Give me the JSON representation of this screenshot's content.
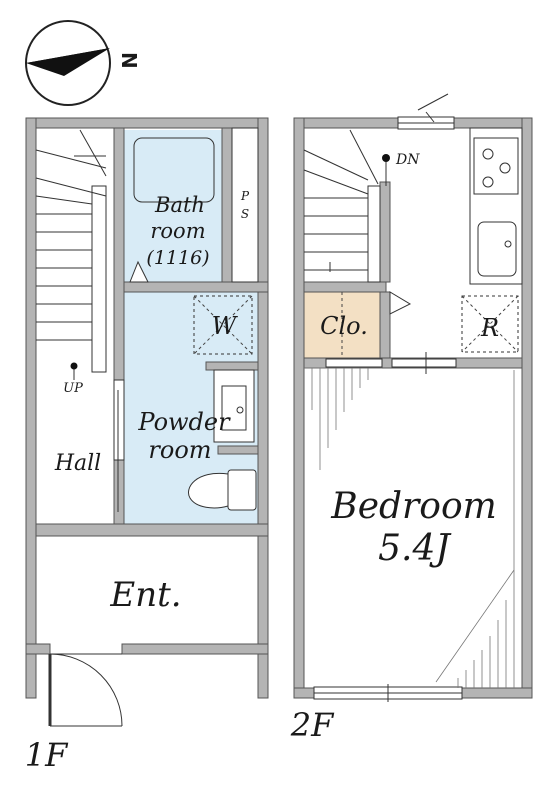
{
  "compass": {
    "north_label": "N"
  },
  "floor1": {
    "floor_label": "1F",
    "rooms": {
      "bath": {
        "line1": "Bath",
        "line2": "room",
        "line3": "(1116)"
      },
      "ps": {
        "line1": "P",
        "line2": "S"
      },
      "washer": "W",
      "powder": {
        "line1": "Powder",
        "line2": "room"
      },
      "hall": "Hall",
      "stair_up": "UP",
      "entrance": "Ent."
    }
  },
  "floor2": {
    "floor_label": "2F",
    "rooms": {
      "stair_down": "DN",
      "closet": "Clo.",
      "refrigerator": "R",
      "bedroom": {
        "name": "Bedroom",
        "size": "5.4J"
      }
    }
  },
  "colors": {
    "wet_area": "#d8ebf6",
    "closet": "#f3e0c4",
    "wall": "#b4b4b4",
    "line": "#333333"
  }
}
